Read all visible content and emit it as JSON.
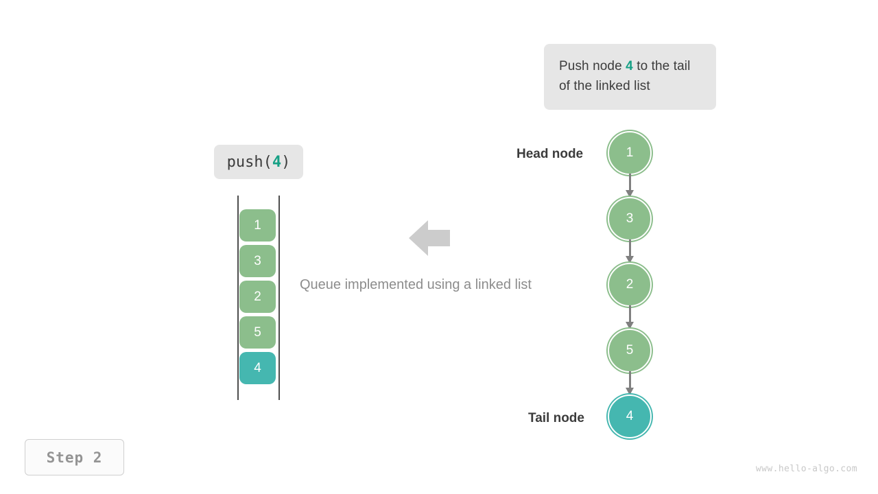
{
  "figure": {
    "title": "Queue implemented using a linked list",
    "step_label": "Step 2",
    "watermark": "www.hello-algo.com",
    "colors": {
      "node_default": "#8cbe8c",
      "node_accent": "#45b7b0",
      "edge": "#808080",
      "chip_background": "#e6e6e6",
      "text_dark": "#3c3c3c",
      "text_muted": "#8c8c8c",
      "highlight": "#16a085",
      "arrow": "#cccccc"
    }
  },
  "callout": {
    "text_before": "Push node ",
    "highlight": "4",
    "text_after": " to the tail of the linked list",
    "full_text": "Push node 4 to the tail of the linked list"
  },
  "operation": {
    "name": "push",
    "open_paren": "push(",
    "argument": "4",
    "close_paren": ")",
    "full_text": "push(4)"
  },
  "queue_array": {
    "cells": [
      {
        "value": "1",
        "accent": false
      },
      {
        "value": "3",
        "accent": false
      },
      {
        "value": "2",
        "accent": false
      },
      {
        "value": "5",
        "accent": false
      },
      {
        "value": "4",
        "accent": true
      }
    ]
  },
  "linked_list": {
    "head_label": "Head node",
    "tail_label": "Tail node",
    "nodes": [
      {
        "value": "1",
        "accent": false
      },
      {
        "value": "3",
        "accent": false
      },
      {
        "value": "2",
        "accent": false
      },
      {
        "value": "5",
        "accent": false
      },
      {
        "value": "4",
        "accent": true
      }
    ]
  },
  "arrow": {
    "direction": "left",
    "icon": "arrow-left-icon"
  }
}
